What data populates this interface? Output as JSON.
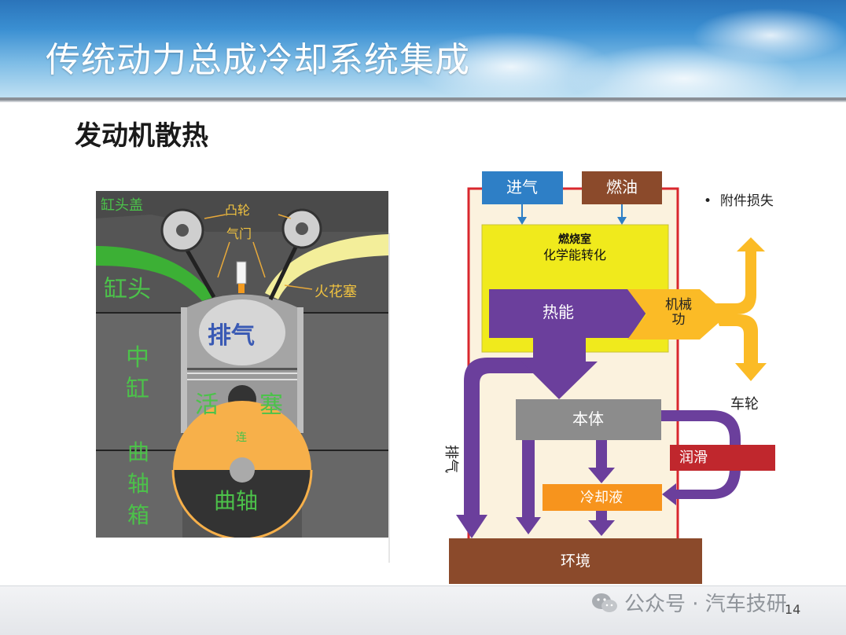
{
  "slide": {
    "title": "传统动力总成冷却系统集成",
    "subtitle": "发动机散热",
    "page_number": "14"
  },
  "engine_image": {
    "labels": {
      "cylinder_head_cover": "缸头盖",
      "cam_valve": "凸轮\n气门",
      "cylinder_head": "缸头",
      "spark_plug": "火花塞",
      "exhaust": "排气",
      "mid_cylinder": "中缸",
      "piston": "活塞",
      "conrod": "连",
      "crankcase": "曲轴箱",
      "crankshaft": "曲轴"
    }
  },
  "flow_diagram": {
    "intake": "进气",
    "fuel": "燃油",
    "combustion_title": "燃烧室",
    "combustion_sub": "化学能转化",
    "heat": "热能",
    "mech_work": "机械\n功",
    "body": "本体",
    "lubrication": "润滑",
    "coolant": "冷却液",
    "environment": "环境",
    "exhaust": "排气",
    "wheel": "车轮",
    "accessory_loss": "附件损失",
    "colors": {
      "intake": "#2e7fc6",
      "fuel": "#8b4a2b",
      "combustion": "#f0ea1c",
      "heat": "#6b3f9c",
      "mech": "#fbbb26",
      "body": "#8c8c8c",
      "lubrication": "#c0272d",
      "coolant": "#f7941d",
      "environment": "#8b4a2b",
      "boundary": "#d9272e"
    }
  },
  "footer": {
    "watermark": "公众号 · 汽车技研"
  }
}
